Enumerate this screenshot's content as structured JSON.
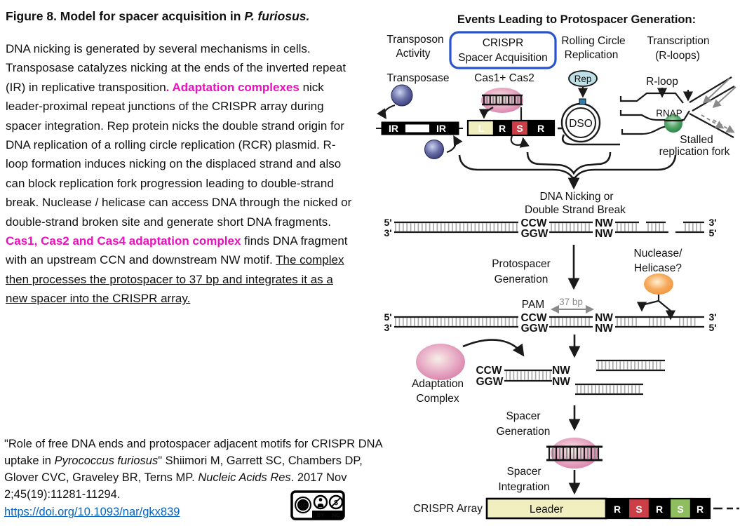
{
  "left": {
    "figure_title": {
      "prefix": "Figure 8. Model for spacer acquisition in ",
      "species": "P. furiosus."
    },
    "body": {
      "seg1": "DNA nicking is generated by several mechanisms in cells. Transposase catalyzes nicking at the ends of the inverted repeat (IR) in replicative transposition",
      "seg2_highlight": ". Adaptation complexes",
      "seg3": " nick leader-proximal repeat junctions of the CRISPR array during spacer integration. Rep protein nicks the double strand origin for DNA replication of a rolling circle replication (RCR) plasmid. R-loop formation induces nicking on the displaced strand and also can block replication fork progression leading to double-strand break. Nuclease / helicase can access DNA through the nicked or double-strand broken site and generate short DNA fragments. ",
      "seg4_highlight": "Cas1, Cas2 and Cas4 adaptation complex",
      "seg5": " finds DNA fragment with an upstream CCN and downstream NW motif. ",
      "seg6_underline": "The complex then processes the protospacer to 37 bp and integrates it as a new spacer into the CRISPR array."
    },
    "citation": {
      "part1": "\"Role of free DNA ends and protospacer adjacent motifs for CRISPR DNA uptake in ",
      "italic1": "Pyrococcus furiosus",
      "part2": "\" Shiimori M, Garrett SC, Chambers DP, Glover CVC, Graveley BR, Terns MP. ",
      "italic2": "Nucleic Acids Res",
      "part3": ". 2017 Nov 2;45(19):11281-11294.",
      "link": "https://doi.org/10.1093/nar/gkx839"
    },
    "license": {
      "cc": "CC",
      "by": "BY",
      "nc": "NC"
    }
  },
  "diagram": {
    "title": "Events Leading to Protospacer Generation:",
    "headers": [
      "Transposon",
      "Activity",
      "CRISPR",
      "Spacer Acquisition",
      "Rolling Circle",
      "Replication",
      "Transcription",
      "(R-loops)"
    ],
    "top_row": {
      "transposase": "Transposase",
      "ir_left": "IR",
      "ir_right": "IR",
      "cas": "Cas1+ Cas2",
      "mini_array": [
        "L",
        "R",
        "S",
        "R"
      ],
      "rep": "Rep",
      "dso": "DSO",
      "rloop": "R-loop",
      "rnap": "RNAP",
      "stalled1": "Stalled",
      "stalled2": "replication fork"
    },
    "nicking": {
      "line1": "DNA Nicking or",
      "line2": "Double Strand Break"
    },
    "duplex1": {
      "five_left": "5'",
      "three_left": "3'",
      "ccw": "CCW",
      "ggw": "GGW",
      "nw_top": "NW",
      "nw_bot": "NW",
      "three_right": "3'",
      "five_right": "5'"
    },
    "steps": {
      "protospacer1": "Protospacer",
      "protospacer2": "Generation",
      "nuclease1": "Nuclease/",
      "nuclease2": "Helicase?",
      "pam": "PAM",
      "bp37": "37 bp",
      "adaptation1": "Adaptation",
      "adaptation2": "Complex",
      "spacer_gen1": "Spacer",
      "spacer_gen2": "Generation",
      "spacer_int1": "Spacer",
      "spacer_int2": "Integration"
    },
    "duplex2": {
      "five_left": "5'",
      "three_left": "3'",
      "ccw": "CCW",
      "ggw": "GGW",
      "nw_top": "NW",
      "nw_bot": "NW",
      "three_right": "3'",
      "five_right": "5'"
    },
    "fragment": {
      "ccw": "CCW",
      "ggw": "GGW",
      "nw_top": "NW",
      "nw_bot": "NW"
    },
    "crispr_array": {
      "label": "CRISPR Array",
      "leader": "Leader",
      "segments": [
        "R",
        "S",
        "R",
        "S",
        "R"
      ]
    },
    "colors": {
      "highlight_magenta": "#EC0FBF",
      "link_blue": "#0563C1",
      "crispr_box_blue": "#2853CC",
      "spacer_red": "#CD3F46",
      "spacer_green": "#8FBE61",
      "leader_yellow": "#F1EFC0",
      "rep_cyan": "#BEE0E6",
      "dso_square_blue": "#2F7CB0",
      "rung_gray": "#A8A8A8"
    }
  }
}
